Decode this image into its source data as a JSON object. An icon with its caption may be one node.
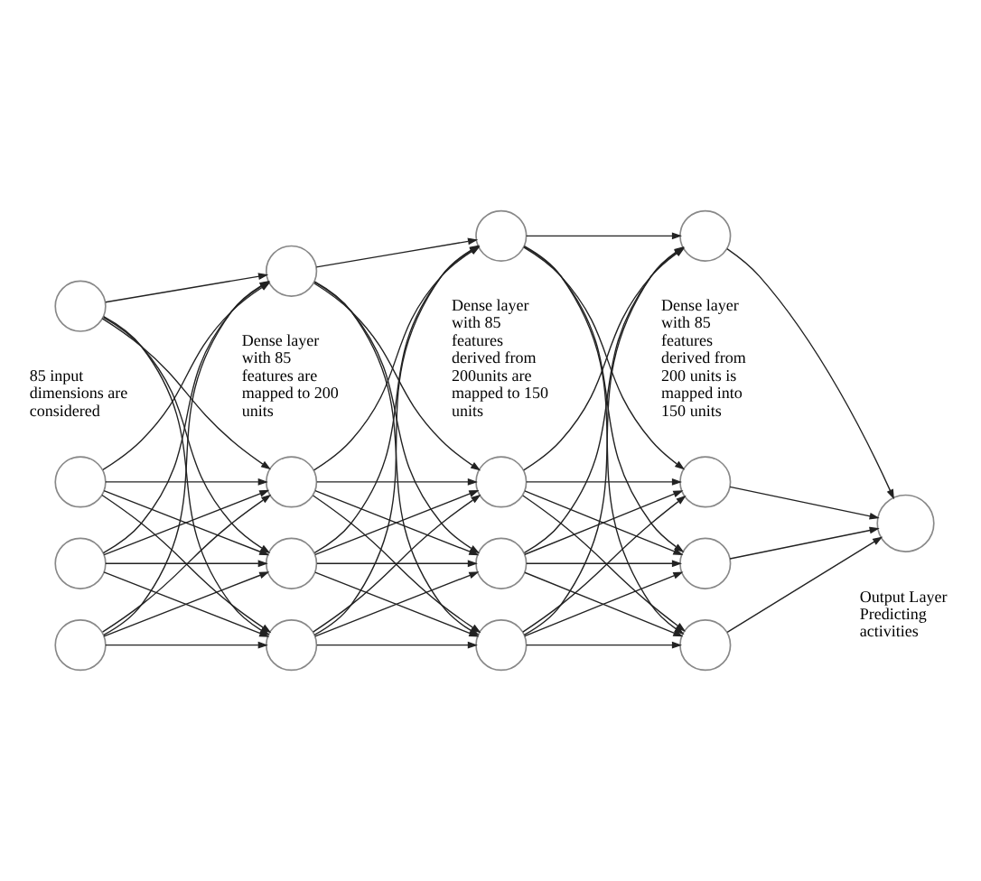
{
  "diagram": {
    "nodes": [
      {
        "text": [],
        "shape": "circle"
      },
      {
        "text": [],
        "shape": "circle"
      },
      {
        "text": [],
        "shape": "circle"
      },
      {
        "text": [],
        "shape": "circle"
      },
      {
        "text": [],
        "shape": "circle"
      },
      {
        "text": [],
        "shape": "circle"
      },
      {
        "text": [],
        "shape": "circle"
      },
      {
        "text": [],
        "shape": "circle"
      },
      {
        "text": [],
        "shape": "circle"
      },
      {
        "text": [],
        "shape": "circle"
      },
      {
        "text": [],
        "shape": "circle"
      },
      {
        "text": [],
        "shape": "circle"
      },
      {
        "text": [],
        "shape": "circle"
      },
      {
        "text": [],
        "shape": "circle"
      },
      {
        "text": [],
        "shape": "circle"
      },
      {
        "text": [],
        "shape": "circle"
      },
      {
        "text": [],
        "shape": "circle"
      }
    ],
    "edges": [
      {
        "from": 0,
        "to": 4,
        "arrow": "to"
      },
      {
        "from": 0,
        "to": 5,
        "arrow": "to"
      },
      {
        "from": 0,
        "to": 6,
        "arrow": "to"
      },
      {
        "from": 0,
        "to": 7,
        "arrow": "to"
      },
      {
        "from": 1,
        "to": 4,
        "arrow": "to"
      },
      {
        "from": 1,
        "to": 5,
        "arrow": "to"
      },
      {
        "from": 1,
        "to": 6,
        "arrow": "to"
      },
      {
        "from": 1,
        "to": 7,
        "arrow": "to"
      },
      {
        "from": 2,
        "to": 4,
        "arrow": "to"
      },
      {
        "from": 2,
        "to": 5,
        "arrow": "to"
      },
      {
        "from": 2,
        "to": 6,
        "arrow": "to"
      },
      {
        "from": 2,
        "to": 7,
        "arrow": "to"
      },
      {
        "from": 3,
        "to": 4,
        "arrow": "to"
      },
      {
        "from": 3,
        "to": 5,
        "arrow": "to"
      },
      {
        "from": 3,
        "to": 6,
        "arrow": "to"
      },
      {
        "from": 3,
        "to": 7,
        "arrow": "to"
      },
      {
        "from": 4,
        "to": 8,
        "arrow": "to"
      },
      {
        "from": 4,
        "to": 9,
        "arrow": "to"
      },
      {
        "from": 4,
        "to": 10,
        "arrow": "to"
      },
      {
        "from": 4,
        "to": 11,
        "arrow": "to"
      },
      {
        "from": 5,
        "to": 8,
        "arrow": "to"
      },
      {
        "from": 5,
        "to": 9,
        "arrow": "to"
      },
      {
        "from": 5,
        "to": 10,
        "arrow": "to"
      },
      {
        "from": 5,
        "to": 11,
        "arrow": "to"
      },
      {
        "from": 6,
        "to": 8,
        "arrow": "to"
      },
      {
        "from": 6,
        "to": 9,
        "arrow": "to"
      },
      {
        "from": 6,
        "to": 10,
        "arrow": "to"
      },
      {
        "from": 6,
        "to": 11,
        "arrow": "to"
      },
      {
        "from": 7,
        "to": 8,
        "arrow": "to"
      },
      {
        "from": 7,
        "to": 9,
        "arrow": "to"
      },
      {
        "from": 7,
        "to": 10,
        "arrow": "to"
      },
      {
        "from": 7,
        "to": 11,
        "arrow": "to"
      },
      {
        "from": 8,
        "to": 12,
        "arrow": "to"
      },
      {
        "from": 8,
        "to": 13,
        "arrow": "to"
      },
      {
        "from": 8,
        "to": 14,
        "arrow": "to"
      },
      {
        "from": 8,
        "to": 15,
        "arrow": "to"
      },
      {
        "from": 9,
        "to": 12,
        "arrow": "to"
      },
      {
        "from": 9,
        "to": 13,
        "arrow": "to"
      },
      {
        "from": 9,
        "to": 14,
        "arrow": "to"
      },
      {
        "from": 9,
        "to": 15,
        "arrow": "to"
      },
      {
        "from": 10,
        "to": 12,
        "arrow": "to"
      },
      {
        "from": 10,
        "to": 13,
        "arrow": "to"
      },
      {
        "from": 10,
        "to": 14,
        "arrow": "to"
      },
      {
        "from": 10,
        "to": 15,
        "arrow": "to"
      },
      {
        "from": 11,
        "to": 12,
        "arrow": "to"
      },
      {
        "from": 11,
        "to": 13,
        "arrow": "to"
      },
      {
        "from": 11,
        "to": 14,
        "arrow": "to"
      },
      {
        "from": 11,
        "to": 15,
        "arrow": "to"
      },
      {
        "from": 12,
        "to": 16,
        "arrow": "to"
      },
      {
        "from": 13,
        "to": 16,
        "arrow": "to"
      },
      {
        "from": 14,
        "to": 16,
        "arrow": "to"
      },
      {
        "from": 15,
        "to": 16,
        "arrow": "to"
      }
    ],
    "labels": [
      "85 input dimensions are considered",
      "Dense layer with 85 features are mapped to 200 units",
      "Dense layer with 85 features derived from 200units are mapped to 150 units",
      "Dense layer with 85 features derived from 200 units is mapped into 150 units",
      "Output Layer Predicting activities"
    ]
  }
}
